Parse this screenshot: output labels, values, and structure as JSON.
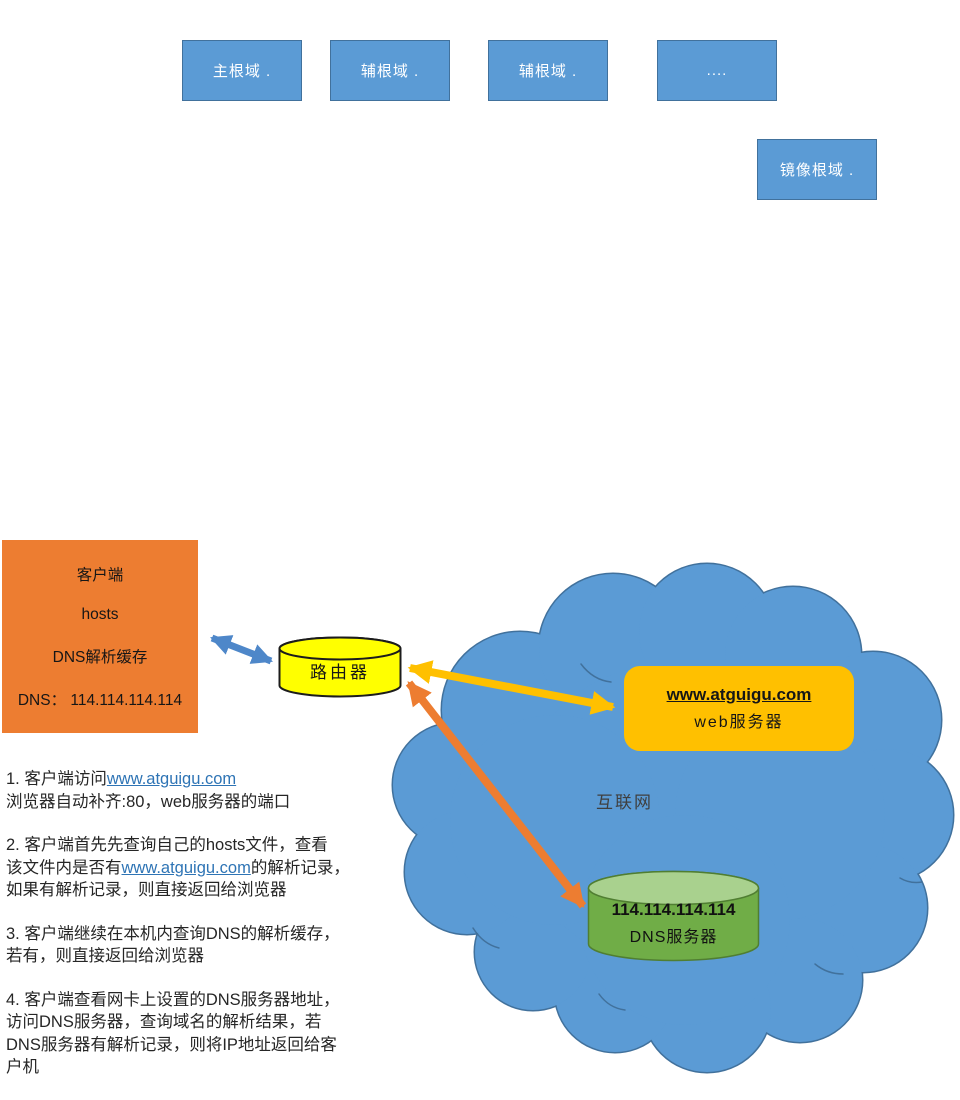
{
  "colors": {
    "box_blue": "#5B9BD5",
    "box_blue_border": "#41719C",
    "client_orange": "#ED7D31",
    "router_yellow": "#FFFF00",
    "router_outline": "#1C1C1C",
    "web_gold": "#FFC000",
    "dns_green": "#70AD47",
    "dns_green_top": "#A9D18E",
    "dns_green_border": "#507E32",
    "cloud_blue": "#5B9BD5",
    "cloud_border": "#41719C",
    "arrow_blue": "#4E87C9",
    "arrow_yellow": "#FFC000",
    "arrow_orange": "#ED7D31",
    "link_blue": "#2E74B5",
    "text_dark": "#262626",
    "internet_label": "#3F3F3F"
  },
  "root_domains": {
    "boxes": [
      {
        "label": "主根域 ."
      },
      {
        "label": "辅根域 ."
      },
      {
        "label": "辅根域 ."
      },
      {
        "label": "...."
      },
      {
        "label": "镜像根域 ."
      }
    ]
  },
  "client": {
    "lines": [
      "客户端",
      "hosts",
      "DNS解析缓存",
      "DNS： 114.114.114.114"
    ]
  },
  "router": {
    "label": "路由器"
  },
  "internet": {
    "label": "互联网"
  },
  "web_server": {
    "url": "www.atguigu.com",
    "label": "web服务器"
  },
  "dns_server": {
    "ip": "114.114.114.114",
    "label": "DNS服务器"
  },
  "steps": [
    {
      "segments": [
        {
          "t": "1. 客户端访问"
        },
        {
          "t": "www.atguigu.com",
          "link": true
        },
        {
          "br": true
        },
        {
          "t": "浏览器自动补齐:80，web服务器的端口"
        }
      ]
    },
    {
      "segments": [
        {
          "t": "2. 客户端首先先查询自己的hosts文件，查看"
        },
        {
          "br": true
        },
        {
          "t": "该文件内是否有"
        },
        {
          "t": "www.atguigu.com",
          "link": true
        },
        {
          "t": "的解析记录，"
        },
        {
          "br": true
        },
        {
          "t": "如果有解析记录，则直接返回给浏览器"
        }
      ]
    },
    {
      "segments": [
        {
          "t": "3. 客户端继续在本机内查询DNS的解析缓存，"
        },
        {
          "br": true
        },
        {
          "t": "若有，则直接返回给浏览器"
        }
      ]
    },
    {
      "segments": [
        {
          "t": "4. 客户端查看网卡上设置的DNS服务器地址，"
        },
        {
          "br": true
        },
        {
          "t": "访问DNS服务器，查询域名的解析结果，若"
        },
        {
          "br": true
        },
        {
          "t": "DNS服务器有解析记录，则将IP地址返回给客"
        },
        {
          "br": true
        },
        {
          "t": "户机"
        }
      ]
    }
  ]
}
